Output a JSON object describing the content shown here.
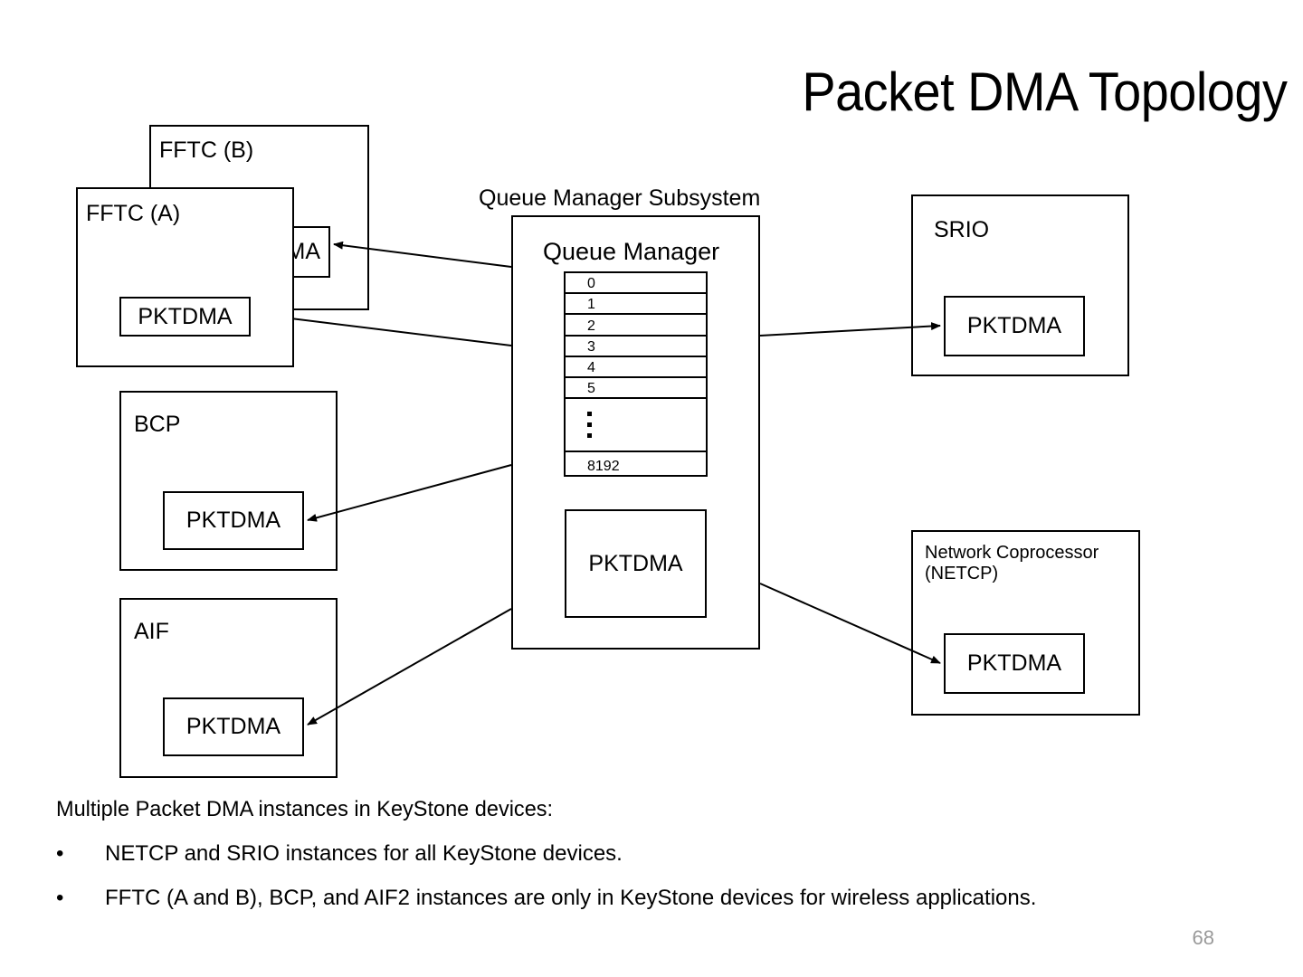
{
  "slide": {
    "title": "Packet DMA Topology",
    "page_number": "68"
  },
  "diagram": {
    "subsystem_label": "Queue Manager Subsystem",
    "queue_manager_title": "Queue Manager",
    "queue_table": {
      "rows": [
        "0",
        "1",
        "2",
        "3",
        "4",
        "5"
      ],
      "ellipsis": "⋮",
      "last_row": "8192"
    },
    "blocks": [
      {
        "id": "fftc-b",
        "label": "FFTC (B)",
        "pktdma": "PKTDMA"
      },
      {
        "id": "fftc-a",
        "label": "FFTC (A)",
        "pktdma": "PKTDMA"
      },
      {
        "id": "bcp",
        "label": "BCP",
        "pktdma": "PKTDMA"
      },
      {
        "id": "aif",
        "label": "AIF",
        "pktdma": "PKTDMA"
      },
      {
        "id": "srio",
        "label": "SRIO",
        "pktdma": "PKTDMA"
      },
      {
        "id": "netcp",
        "label": "Network Coprocessor\n(NETCP)",
        "pktdma": "PKTDMA"
      },
      {
        "id": "qmss",
        "label": "Queue Manager Subsystem",
        "pktdma": "PKTDMA"
      }
    ]
  },
  "notes": {
    "intro": "Multiple Packet DMA instances in KeyStone devices:",
    "bullet_char": "•",
    "bullets": [
      "NETCP and SRIO instances for all KeyStone devices.",
      "FFTC (A and B), BCP, and AIF2 instances are only in KeyStone devices for wireless applications."
    ]
  },
  "colors": {
    "stroke": "#000000",
    "background": "#ffffff",
    "page_number": "#9a9a9a"
  }
}
